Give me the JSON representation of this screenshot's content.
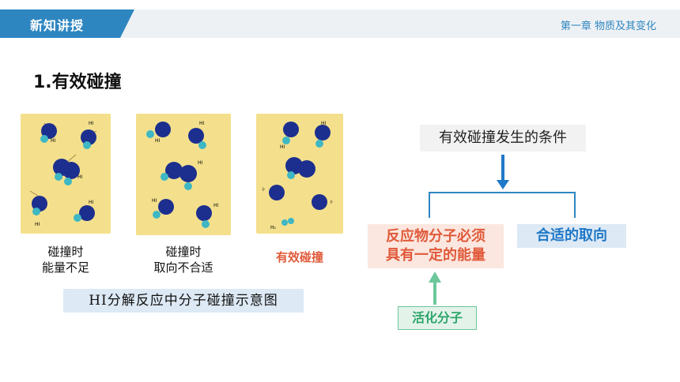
{
  "header": {
    "tag": "新知讲授",
    "chapter": "第一章 物质及其变化"
  },
  "section_title": "1.有效碰撞",
  "panels": [
    {
      "caption_line1": "碰撞时",
      "caption_line2": "能量不足",
      "labels": [
        "HI",
        "HI",
        "HI",
        "HI",
        "HI"
      ]
    },
    {
      "caption_line1": "碰撞时",
      "caption_line2": "取向不合适",
      "labels": [
        "HI",
        "HI",
        "HI",
        "HI",
        "HI"
      ]
    },
    {
      "caption_line1": "有效碰撞",
      "caption_line2": "",
      "labels": [
        "HI",
        "HI",
        "I·",
        "I·",
        "H₂"
      ]
    }
  ],
  "hi_label": "HI分解反应中分子碰撞示意图",
  "diagram": {
    "conditions": "有效碰撞发生的条件",
    "energy_line1": "反应物分子必须",
    "energy_line2": "具有一定的能量",
    "orientation": "合适的取向",
    "activated": "活化分子"
  },
  "colors": {
    "tag_bg": "#2e86c1",
    "red": "#e05a3a",
    "blue": "#1f78c8",
    "green": "#2ea56a"
  }
}
